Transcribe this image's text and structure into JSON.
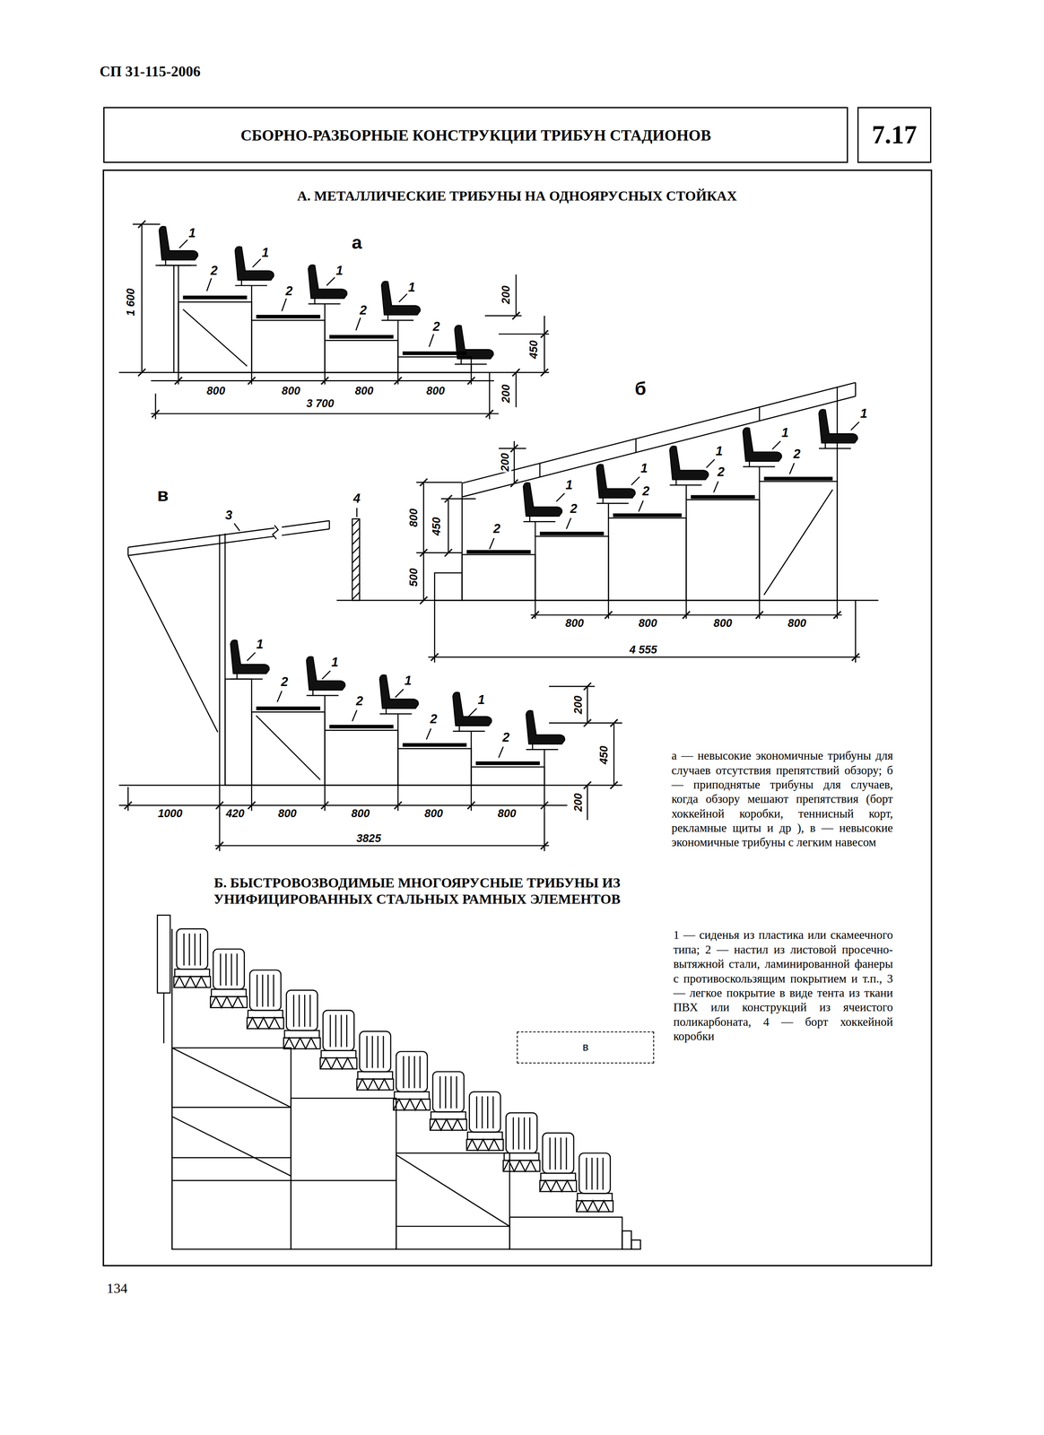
{
  "diagram": {
    "nodes": [
      {
        "text": [
          "СБОРНО-РАЗБОРНЫЕ КОНСТРУКЦИИ ТРИБУН СТАДИОНОВ"
        ]
      },
      {
        "text": [
          "7.17"
        ]
      },
      {
        "text": [
          "в"
        ]
      }
    ],
    "labels": [
      "СП 31-115-2006",
      "А. МЕТАЛЛИЧЕСКИЕ ТРИБУНЫ НА ОДНОЯРУСНЫХ СТОЙКАХ",
      "а",
      "1",
      "1",
      "1",
      "1",
      "2",
      "2",
      "2",
      "2",
      "1 600",
      "200",
      "450",
      "200",
      "800",
      "800",
      "800",
      "800",
      "3 700",
      "б",
      "200",
      "800",
      "450",
      "500",
      "4",
      "1",
      "1",
      "1",
      "1",
      "1",
      "2",
      "2",
      "2",
      "2",
      "2",
      "800",
      "800",
      "800",
      "800",
      "4 555",
      "в",
      "3",
      "1",
      "1",
      "1",
      "1",
      "2",
      "2",
      "2",
      "2",
      "200",
      "450",
      "200",
      "1000",
      "420",
      "800",
      "800",
      "800",
      "800",
      "3825",
      "а — невысокие экономичные трибуны для случаев отсутствия препятствий обзору; б — приподнятые трибуны для случаев, когда обзору мешают препятствия (борт хоккейной коробки, теннисный корт, рекламные щиты и др ), в — невысокие экономичные трибуны с легким навесом",
      "Б. БЫСТРОВОЗВОДИМЫЕ МНОГОЯРУСНЫЕ ТРИБУНЫ ИЗ УНИФИЦИРОВАННЫХ СТАЛЬНЫХ РАМНЫХ ЭЛЕМЕНТОВ",
      "1 — сиденья из пластика или скамеечного типа; 2 — настил из листовой просечно-вытяжной стали, ламинированной фанеры с противоскользящим покрытием и т.п., 3 — легкое покрытие в виде тента из ткани ПВХ или конструкций из ячеистого поликарбоната, 4 — борт хоккейной коробки",
      "134"
    ]
  }
}
